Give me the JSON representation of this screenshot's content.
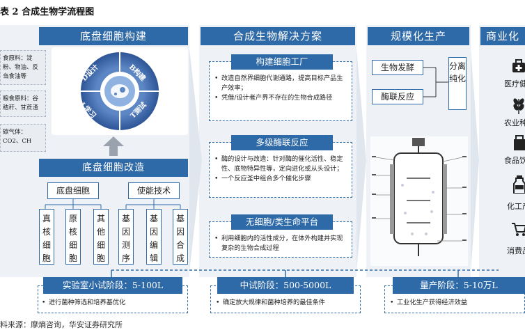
{
  "figure_title": "表 2  合成生物学流程图",
  "columns": {
    "c1": "底盘细胞构建",
    "c2": "合成生物解决方案",
    "c3": "规模化生产",
    "c4": "商业化"
  },
  "feedstock": [
    "食原料：淀粉、物油、反刍食油等",
    "粮食原料：谷秸秆、甘蔗渣",
    "碳气体：CO2、CH"
  ],
  "dbtl": {
    "design": "D设计",
    "build": "B构建",
    "test": "T测试",
    "learn": "L学习"
  },
  "chassis_mod": {
    "title": "底盘细胞改造",
    "group1": "底盘细胞",
    "group2": "使能技术",
    "items": [
      "真核细胞",
      "原核细胞",
      "其他细胞",
      "基因测序",
      "基因编辑",
      "基因合成"
    ]
  },
  "solutions": [
    {
      "title": "构建细胞工厂",
      "bullets": [
        "改造自然界细胞代谢通路，提高目标产品生产效率；",
        "凭借/设计者产界不存在的生物合成路径"
      ]
    },
    {
      "title": "多级酶联反应",
      "bullets": [
        "酶的设计与改造：针对酶的催化活性、稳定性、底物特异性等，定向进化或从头设计；",
        "一个反应釜中组合多个催化步骤"
      ]
    },
    {
      "title": "无细胞/类生命平台",
      "bullets": [
        "利用细胞内的活性成分，在体外构建并实现复杂的生物合成过程"
      ]
    }
  ],
  "production": {
    "ferment": "生物发酵",
    "enzyme": "酶联反应",
    "purify": "分离纯化"
  },
  "commercial": [
    {
      "icon": "medical-kit-icon",
      "label": "医疗健"
    },
    {
      "icon": "wheat-icon",
      "label": "农业种"
    },
    {
      "icon": "grocery-bag-icon",
      "label": "食品饮"
    },
    {
      "icon": "chemical-bottle-icon",
      "label": "化工产"
    },
    {
      "icon": "shopping-cart-icon",
      "label": "消费品"
    }
  ],
  "stages": [
    {
      "title": "实验室小试阶段：5-100L",
      "bullet": "进行菌种筛选和培养基优化"
    },
    {
      "title": "中试阶段：500-5000L",
      "bullet": "确定放大规律和菌种培养的最佳条件"
    },
    {
      "title": "量产阶段：5-10万L",
      "bullet": "工业化生产获得经济效益"
    }
  ],
  "source": "料来源：摩熵咨询，华安证券研究所",
  "colors": {
    "primary": "#2f6aa8",
    "panel": "#eef2f7"
  }
}
